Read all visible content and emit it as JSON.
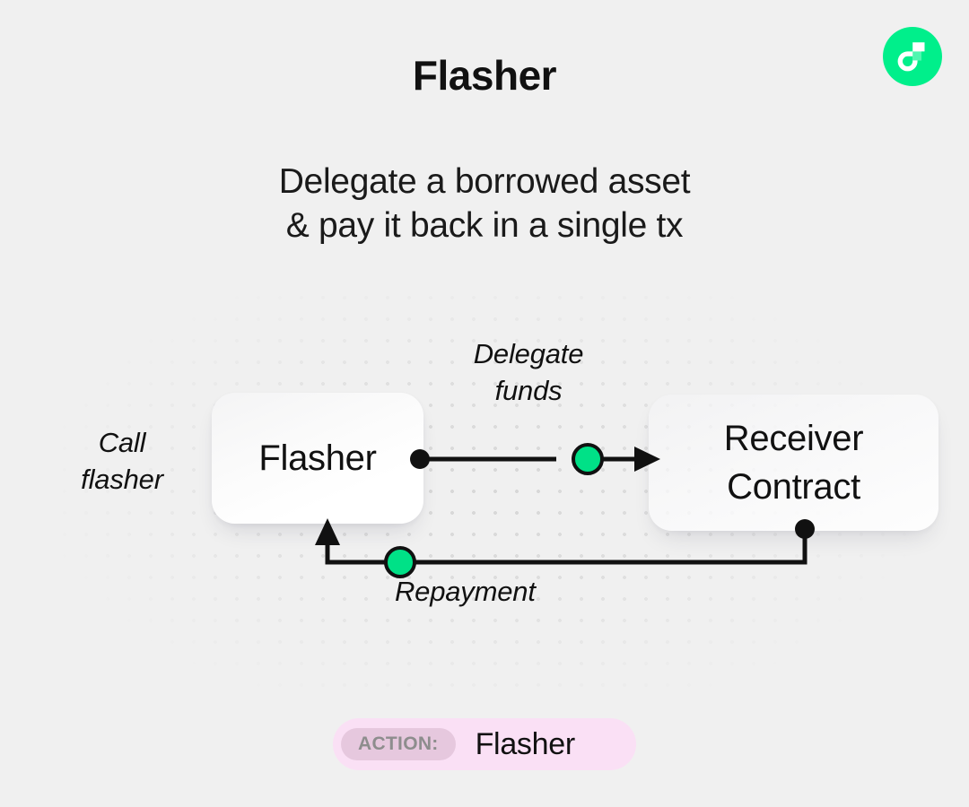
{
  "page": {
    "title": "Flasher",
    "background_color": "#f0f0f0"
  },
  "logo": {
    "name": "flow-logo",
    "circle_color": "#00ef8b",
    "mark_color": "#ffffff"
  },
  "subtitle": {
    "line1": "Delegate a borrowed asset",
    "line2": "& pay it back in a single tx"
  },
  "diagram": {
    "nodes": [
      {
        "id": "flasher",
        "label": "Flasher"
      },
      {
        "id": "receiver",
        "label": "Receiver\nContract"
      }
    ],
    "labels": {
      "call": "Call\nflasher",
      "delegate": "Delegate\nfunds",
      "repayment": "Repayment"
    },
    "colors": {
      "wire": "#111111",
      "token": "#00e187",
      "token_stroke": "#111111"
    }
  },
  "action": {
    "chip_label": "ACTION:",
    "value": "Flasher",
    "pill_color": "#fae0f5",
    "chip_color": "#e6c8de"
  }
}
